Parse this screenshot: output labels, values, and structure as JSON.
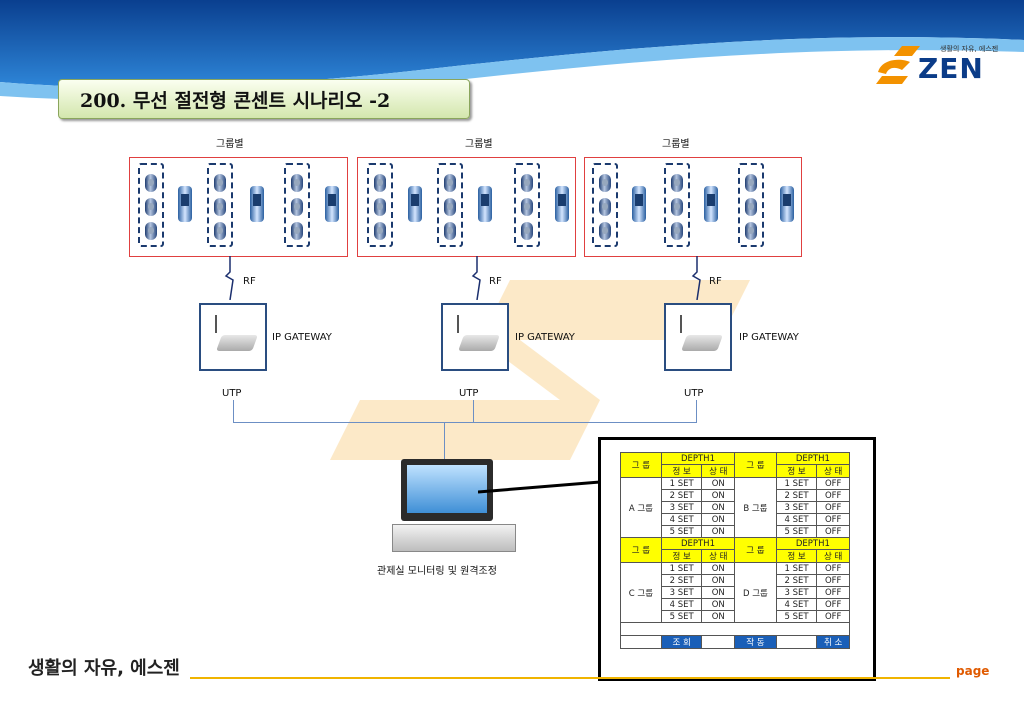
{
  "header": {
    "title": "200. 무선 절전형 콘센트 시나리오 -2",
    "logo_tagline": "생활의 자유, 에스젠",
    "logo_word": "ZEN"
  },
  "groups": [
    {
      "label": "그룹별",
      "rf": "RF",
      "gateway": "IP GATEWAY",
      "utp": "UTP"
    },
    {
      "label": "그룹별",
      "rf": "RF",
      "gateway": "IP GATEWAY",
      "utp": "UTP"
    },
    {
      "label": "그룹별",
      "rf": "RF",
      "gateway": "IP GATEWAY",
      "utp": "UTP"
    }
  ],
  "control_room_label": "관제실 모니터링 및 원격조정",
  "status_panel": {
    "group_header": "그 룹",
    "depth_header": "DEPTH1",
    "col_info": "정 보",
    "col_state": "상 태",
    "blocks": [
      {
        "left": {
          "name": "A 그룹",
          "rows": [
            [
              "1 SET",
              "ON"
            ],
            [
              "2 SET",
              "ON"
            ],
            [
              "3 SET",
              "ON"
            ],
            [
              "4 SET",
              "ON"
            ],
            [
              "5 SET",
              "ON"
            ]
          ]
        },
        "right": {
          "name": "B 그룹",
          "rows": [
            [
              "1 SET",
              "OFF"
            ],
            [
              "2 SET",
              "OFF"
            ],
            [
              "3 SET",
              "OFF"
            ],
            [
              "4 SET",
              "OFF"
            ],
            [
              "5 SET",
              "OFF"
            ]
          ]
        }
      },
      {
        "left": {
          "name": "C 그룹",
          "rows": [
            [
              "1 SET",
              "ON"
            ],
            [
              "2 SET",
              "ON"
            ],
            [
              "3 SET",
              "ON"
            ],
            [
              "4 SET",
              "ON"
            ],
            [
              "5 SET",
              "ON"
            ]
          ]
        },
        "right": {
          "name": "D 그룹",
          "rows": [
            [
              "1 SET",
              "OFF"
            ],
            [
              "2 SET",
              "OFF"
            ],
            [
              "3 SET",
              "OFF"
            ],
            [
              "4 SET",
              "OFF"
            ],
            [
              "5 SET",
              "OFF"
            ]
          ]
        }
      }
    ],
    "buttons": {
      "query": "조 회",
      "run": "작 동",
      "cancel": "취 소"
    }
  },
  "footer": {
    "slogan": "생활의 자유, 에스젠",
    "page": "page"
  },
  "colors": {
    "header_blue": "#0d4fa6",
    "accent_orange": "#f0b400",
    "group_border": "#e04040",
    "yellow": "#ffff00",
    "button_blue": "#1a5fb8"
  }
}
